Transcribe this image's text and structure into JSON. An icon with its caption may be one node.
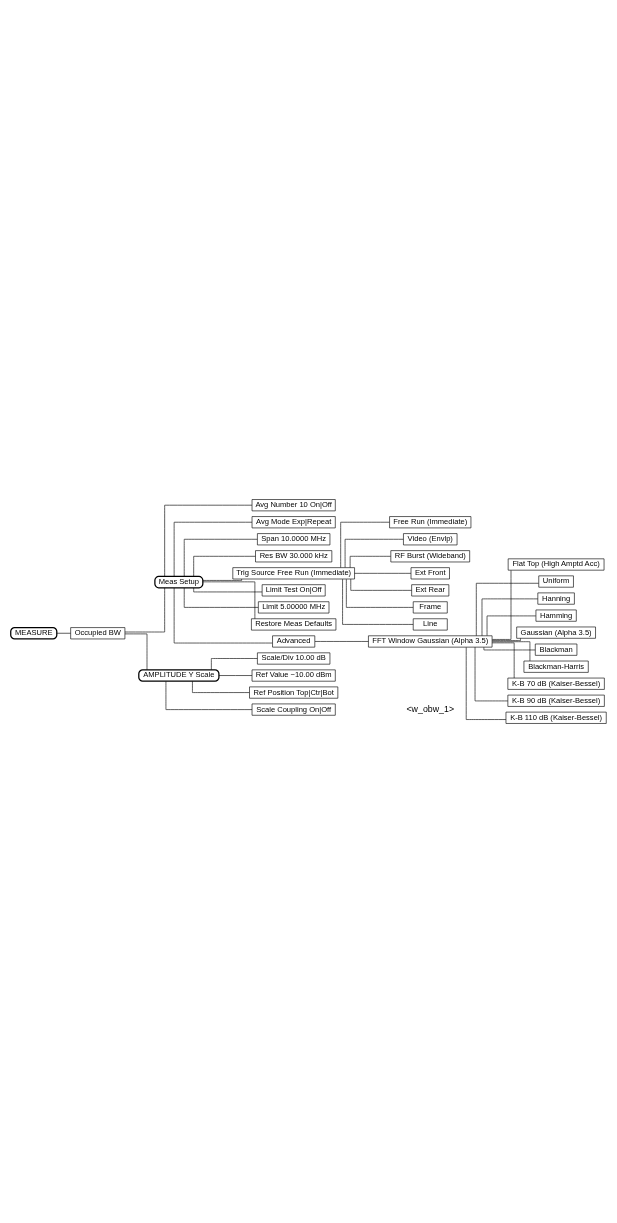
{
  "diagram": {
    "nodes": [
      {
        "text": [
          "MEASURE"
        ]
      },
      {
        "text": [
          "Occupied BW"
        ]
      },
      {
        "text": [
          "Meas Setup"
        ]
      },
      {
        "text": [
          "Avg Number 10 On|Off"
        ]
      },
      {
        "text": [
          "Avg Mode Exp|Repeat"
        ]
      },
      {
        "text": [
          "Span 10.0000 MHz"
        ]
      },
      {
        "text": [
          "Res BW 30.000 kHz"
        ]
      },
      {
        "text": [
          "Trig Source Free Run (Immediate)"
        ]
      },
      {
        "text": [
          "Free Run (Immediate)"
        ]
      },
      {
        "text": [
          "Video (Envlp)"
        ]
      },
      {
        "text": [
          "RF Burst (Wideband)"
        ]
      },
      {
        "text": [
          "Ext Front"
        ]
      },
      {
        "text": [
          "Ext Rear"
        ]
      },
      {
        "text": [
          "Frame"
        ]
      },
      {
        "text": [
          "Line"
        ]
      },
      {
        "text": [
          "Limit Test On|Off"
        ]
      },
      {
        "text": [
          "Limit 5.00000 MHz"
        ]
      },
      {
        "text": [
          "Restore Meas Defaults"
        ]
      },
      {
        "text": [
          "Advanced"
        ]
      },
      {
        "text": [
          "FFT Window Gaussian (Alpha 3.5)"
        ]
      },
      {
        "text": [
          "Flat Top (High Amptd Acc)"
        ]
      },
      {
        "text": [
          "Uniform"
        ]
      },
      {
        "text": [
          "Hanning"
        ]
      },
      {
        "text": [
          "Hamming"
        ]
      },
      {
        "text": [
          "Gaussian (Alpha 3.5)"
        ]
      },
      {
        "text": [
          "Blackman"
        ]
      },
      {
        "text": [
          "Blackman-Harris"
        ]
      },
      {
        "text": [
          "K-B 70 dB (Kaiser-Bessel)"
        ]
      },
      {
        "text": [
          "K-B 90 dB (Kaiser-Bessel)"
        ]
      },
      {
        "text": [
          "K-B 110 dB (Kaiser-Bessel)"
        ]
      },
      {
        "text": [
          "AMPLITUDE Y Scale"
        ]
      },
      {
        "text": [
          "Scale/Div 10.00 dB"
        ]
      },
      {
        "text": [
          "Ref Value −10.00 dBm"
        ]
      },
      {
        "text": [
          "Ref Position Top|Ctr|Bot"
        ]
      },
      {
        "text": [
          "Scale Coupling On|Off"
        ]
      }
    ],
    "edges": [
      {
        "from": 0,
        "to": 1,
        "arrow": "none"
      },
      {
        "from": 1,
        "to": 2,
        "arrow": "none"
      },
      {
        "from": 2,
        "to": 3,
        "arrow": "none"
      },
      {
        "from": 2,
        "to": 4,
        "arrow": "none"
      },
      {
        "from": 2,
        "to": 5,
        "arrow": "none"
      },
      {
        "from": 2,
        "to": 6,
        "arrow": "none"
      },
      {
        "from": 2,
        "to": 7,
        "arrow": "none"
      },
      {
        "from": 7,
        "to": 8,
        "arrow": "none"
      },
      {
        "from": 7,
        "to": 9,
        "arrow": "none"
      },
      {
        "from": 7,
        "to": 10,
        "arrow": "none"
      },
      {
        "from": 7,
        "to": 11,
        "arrow": "none"
      },
      {
        "from": 7,
        "to": 12,
        "arrow": "none"
      },
      {
        "from": 7,
        "to": 13,
        "arrow": "none"
      },
      {
        "from": 7,
        "to": 14,
        "arrow": "none"
      },
      {
        "from": 2,
        "to": 15,
        "arrow": "none"
      },
      {
        "from": 2,
        "to": 16,
        "arrow": "none"
      },
      {
        "from": 2,
        "to": 17,
        "arrow": "none"
      },
      {
        "from": 2,
        "to": 18,
        "arrow": "none"
      },
      {
        "from": 18,
        "to": 19,
        "arrow": "none"
      },
      {
        "from": 19,
        "to": 20,
        "arrow": "none"
      },
      {
        "from": 19,
        "to": 21,
        "arrow": "none"
      },
      {
        "from": 19,
        "to": 22,
        "arrow": "none"
      },
      {
        "from": 19,
        "to": 23,
        "arrow": "none"
      },
      {
        "from": 19,
        "to": 24,
        "arrow": "none"
      },
      {
        "from": 19,
        "to": 25,
        "arrow": "none"
      },
      {
        "from": 19,
        "to": 26,
        "arrow": "none"
      },
      {
        "from": 19,
        "to": 27,
        "arrow": "none"
      },
      {
        "from": 19,
        "to": 28,
        "arrow": "none"
      },
      {
        "from": 19,
        "to": 29,
        "arrow": "none"
      },
      {
        "from": 1,
        "to": 30,
        "arrow": "none"
      },
      {
        "from": 30,
        "to": 31,
        "arrow": "none"
      },
      {
        "from": 30,
        "to": 32,
        "arrow": "none"
      },
      {
        "from": 30,
        "to": 33,
        "arrow": "none"
      },
      {
        "from": 30,
        "to": 34,
        "arrow": "none"
      }
    ],
    "labels": [
      "<w_obw_1>"
    ]
  }
}
